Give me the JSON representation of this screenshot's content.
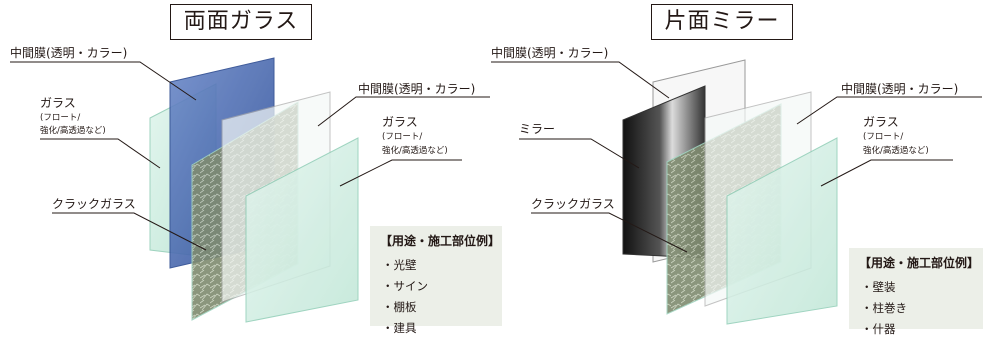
{
  "left": {
    "title": "両面ガラス",
    "interlayer_label": "中間膜(透明・カラー)",
    "glass_label_a": "ガラス",
    "glass_sub_a1": "(フロート/",
    "glass_sub_a2": "強化/高透過など)",
    "interlayer_label_b": "中間膜(透明・カラー)",
    "glass_label_b": "ガラス",
    "glass_sub_b1": "(フロート/",
    "glass_sub_b2": "強化/高透過など)",
    "crack_label": "クラックガラス",
    "usage_title": "【用途・施工部位例】",
    "usage_items": [
      "・光壁",
      "・サイン",
      "・棚板",
      "・建具"
    ]
  },
  "right": {
    "title": "片面ミラー",
    "interlayer_label": "中間膜(透明・カラー)",
    "mirror_label": "ミラー",
    "interlayer_label_b": "中間膜(透明・カラー)",
    "glass_label_b": "ガラス",
    "glass_sub_b1": "(フロート/",
    "glass_sub_b2": "強化/高透過など)",
    "crack_label": "クラックガラス",
    "usage_title": "【用途・施工部位例】",
    "usage_items": [
      "・壁装",
      "・柱巻き",
      "・什器"
    ]
  },
  "colors": {
    "glass": "#cfeee3",
    "glass_edge": "#8fcdb6",
    "interlayer_blue": "#3b5fa8",
    "mirror_dark": "#1c1c1c",
    "crack": "#6b7a60",
    "usage_bg": "#ecefe8"
  }
}
